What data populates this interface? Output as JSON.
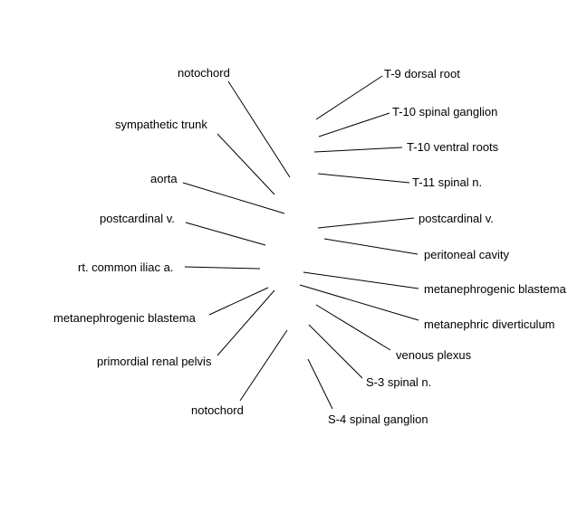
{
  "labels": {
    "notochord_top": "notochord",
    "sympathetic_trunk": "sympathetic trunk",
    "aorta": "aorta",
    "postcardinal_left": "postcardinal v.",
    "rt_common_iliac": "rt. common iliac a.",
    "metanephrogenic_left": "metanephrogenic blastema",
    "primordial_renal_pelvis": "primordial renal pelvis",
    "notochord_bottom": "notochord",
    "t9_dorsal_root": "T-9 dorsal root",
    "t10_spinal_ganglion": "T-10 spinal ganglion",
    "t10_ventral_roots": "T-10 ventral roots",
    "t11_spinal_n": "T-11 spinal n.",
    "postcardinal_right": "postcardinal v.",
    "peritoneal_cavity": "peritoneal cavity",
    "metanephrogenic_right": "metanephrogenic blastema",
    "metanephric_diverticulum": "metanephric diverticulum",
    "venous_plexus": "venous plexus",
    "s3_spinal_n": "S-3 spinal n.",
    "s4_spinal_ganglion": "S-4 spinal ganglion"
  }
}
